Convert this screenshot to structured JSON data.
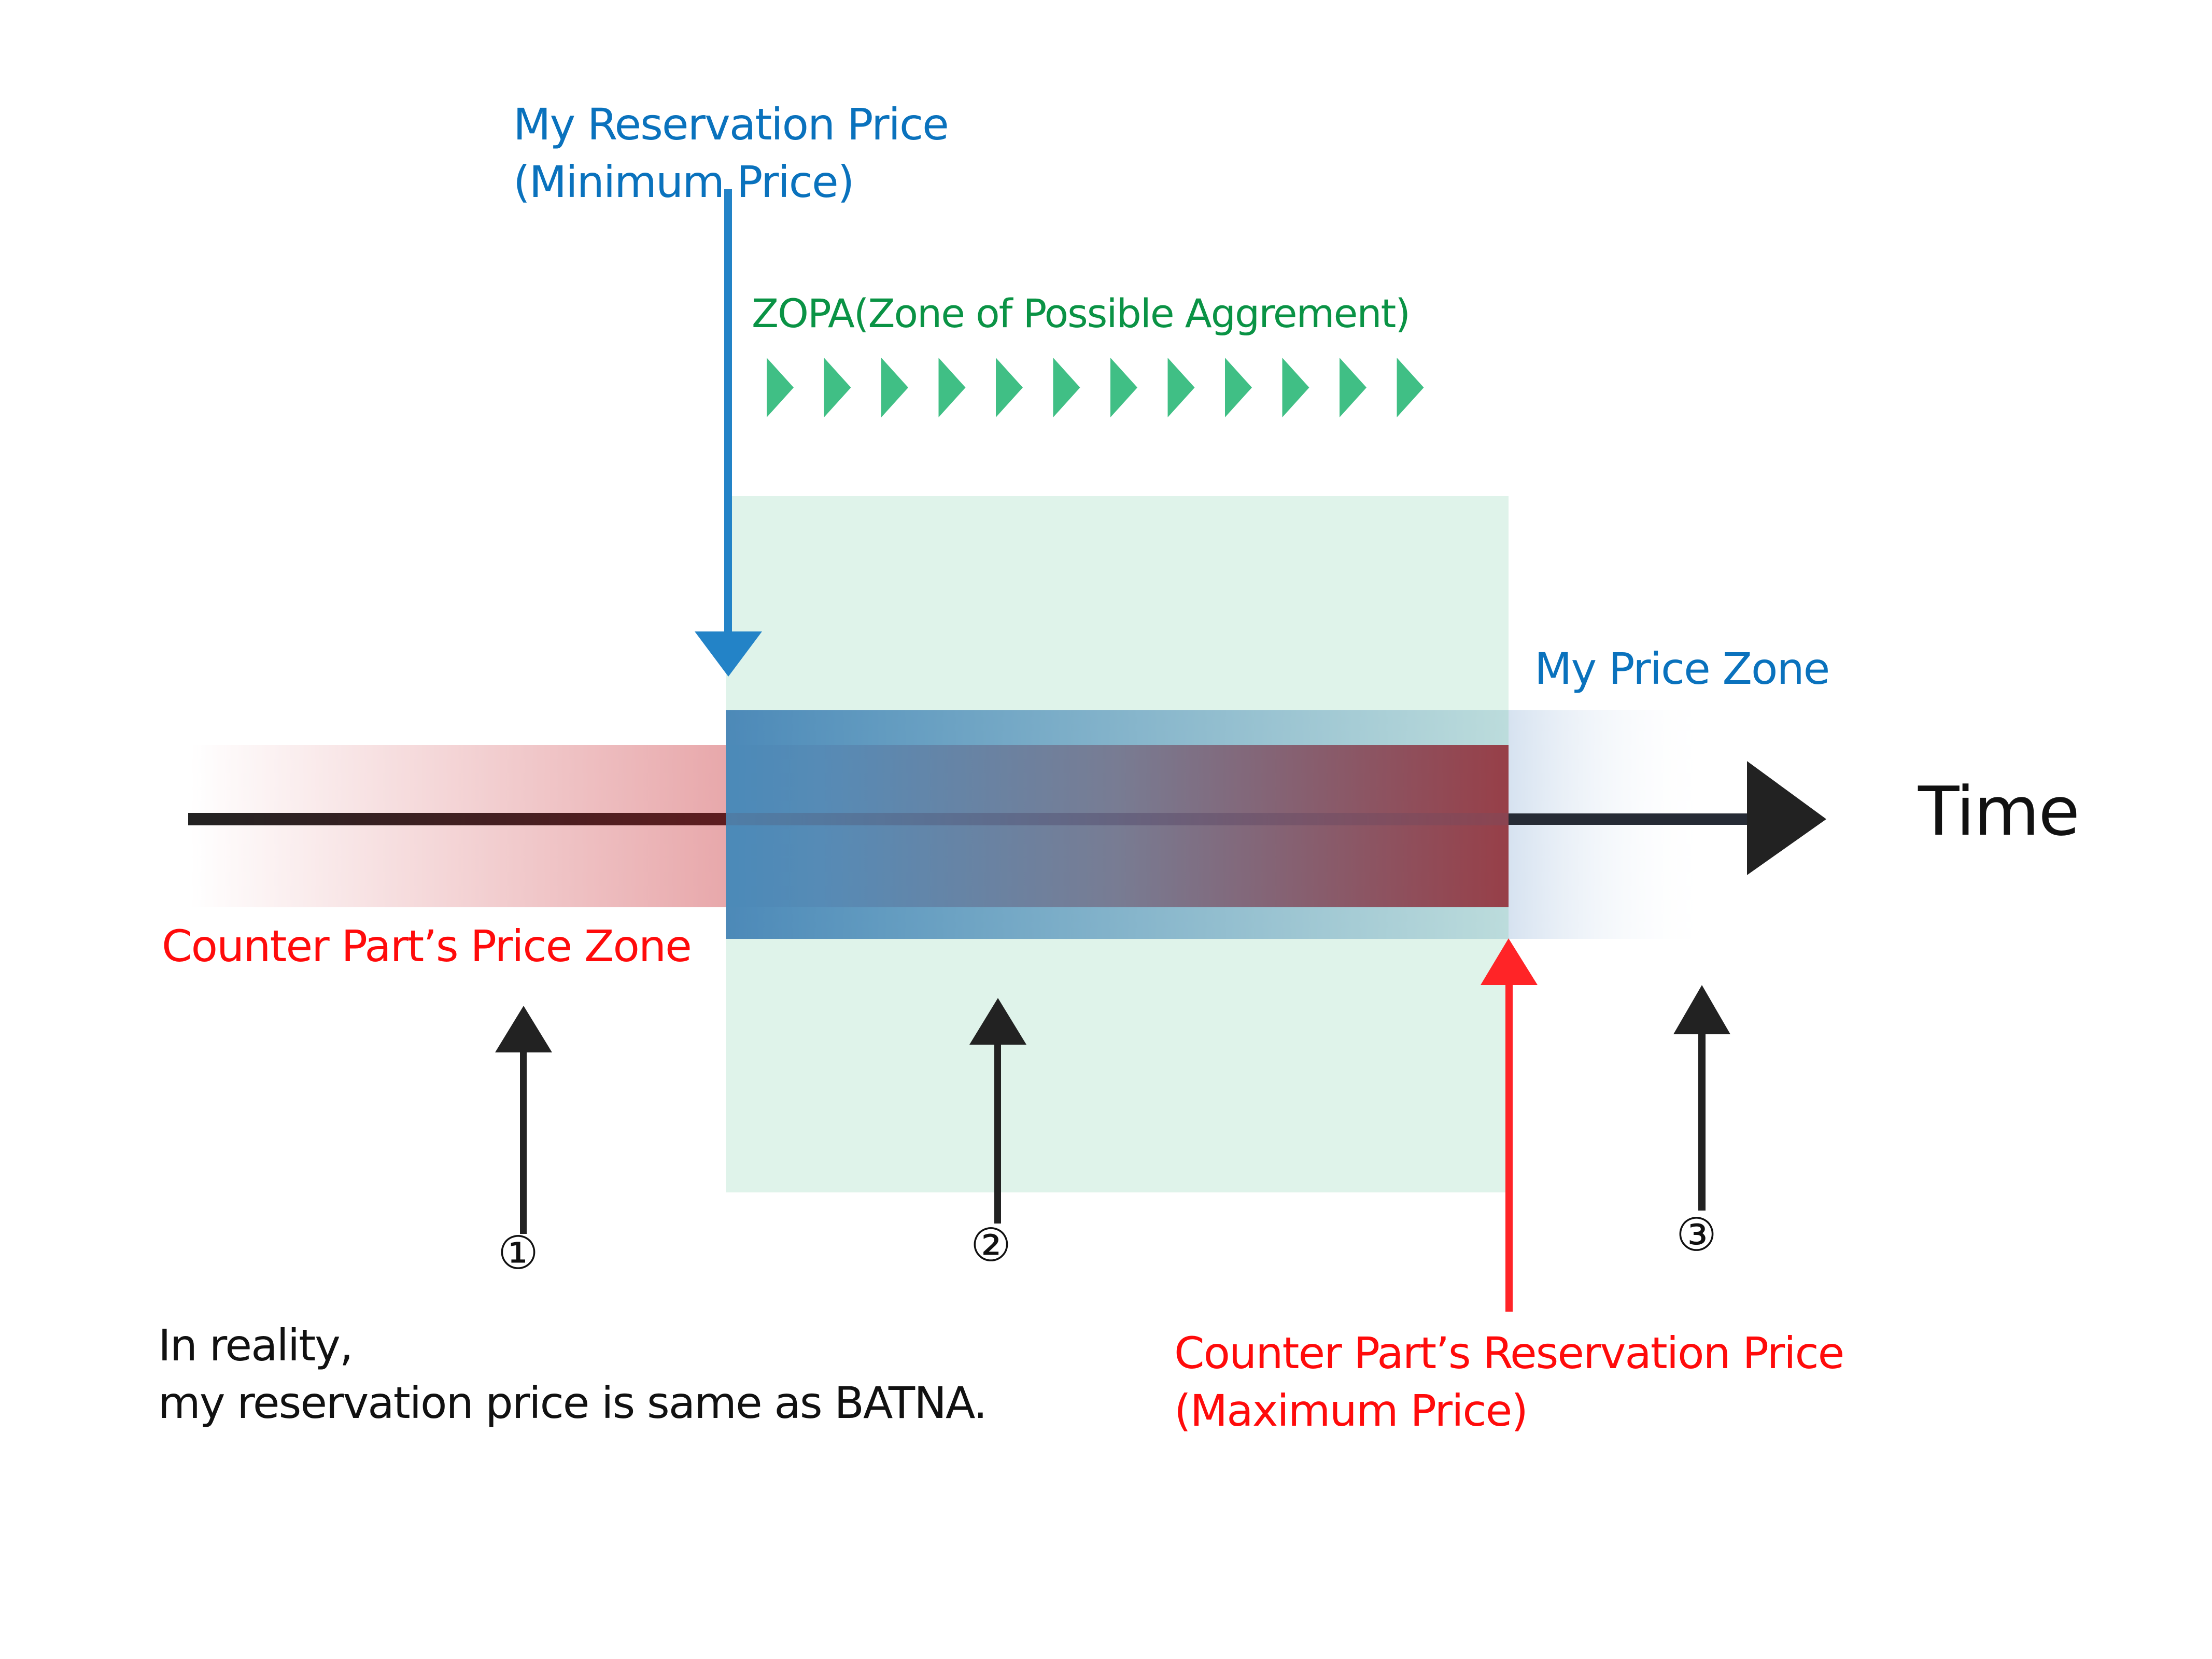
{
  "title": "ZOPA negotiation diagram",
  "labels": {
    "my_reservation_price": [
      "My Reservation Price",
      "(Minimum Price)"
    ],
    "zopa": "ZOPA(Zone of Possible Aggrement)",
    "my_price_zone": "My Price Zone",
    "time_axis": "Time",
    "counterpart_price_zone": "Counter Part’s Price Zone",
    "counterpart_reservation_price": [
      "Counter Part’s Reservation Price",
      "(Maximum Price)"
    ],
    "note": [
      "In reality,",
      "my reservation price is same as BATNA."
    ]
  },
  "markers": [
    "①",
    "②",
    "③"
  ],
  "zopa_chevron_count": 12,
  "icons": {
    "zopa_direction": "chevron-right-icon",
    "my_reservation": "arrow-down-icon",
    "counterpart_reservation": "arrow-up-icon",
    "time": "arrow-right-icon",
    "markers": "arrow-up-icon"
  },
  "colors": {
    "my_side_blue": "#0a72bd",
    "my_arrow_blue": "#2383c7",
    "zopa_green_text": "#0a9345",
    "zopa_chevron_green": "#40bf85",
    "zopa_fill": "#dff3ea",
    "counterpart_red": "#ff0b0b",
    "counterpart_arrow_red": "#ff2427",
    "overlap_red": "#973f48",
    "overlap_blue": "#4c8ab9",
    "pink_zone": "#e8a8ab",
    "axis_black": "#222222"
  }
}
